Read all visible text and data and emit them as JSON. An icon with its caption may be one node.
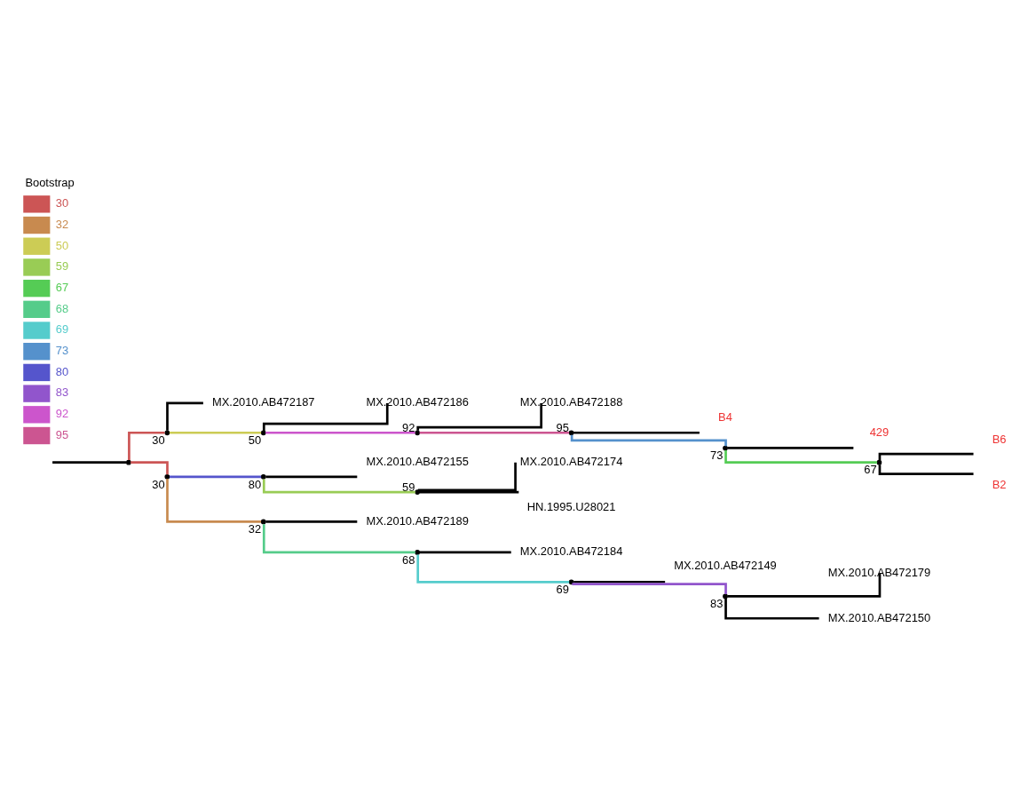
{
  "diagram": {
    "nodes": [
      {
        "text": [],
        "shape": "point"
      },
      {
        "text": [],
        "shape": "point",
        "beside": [
          "30"
        ]
      },
      {
        "text": [
          "MX.2010.AB472187"
        ]
      },
      {
        "text": [],
        "shape": "point",
        "beside": [
          "50"
        ]
      },
      {
        "text": [
          "MX.2010.AB472186"
        ]
      },
      {
        "text": [],
        "shape": "point",
        "beside": [
          "92"
        ]
      },
      {
        "text": [
          "MX.2010.AB472188"
        ]
      },
      {
        "text": [],
        "shape": "point",
        "beside": [
          "95"
        ]
      },
      {
        "text": [
          "B4"
        ]
      },
      {
        "text": [],
        "shape": "point",
        "beside": [
          "73"
        ]
      },
      {
        "text": [
          "429"
        ]
      },
      {
        "text": [],
        "shape": "point",
        "beside": [
          "67"
        ]
      },
      {
        "text": [
          "B6"
        ]
      },
      {
        "text": [
          "B2"
        ]
      },
      {
        "text": [],
        "shape": "point",
        "beside": [
          "30"
        ]
      },
      {
        "text": [],
        "shape": "point",
        "beside": [
          "80"
        ]
      },
      {
        "text": [
          "MX.2010.AB472155"
        ]
      },
      {
        "text": [],
        "shape": "point",
        "beside": [
          "59"
        ]
      },
      {
        "text": [
          "MX.2010.AB472174"
        ]
      },
      {
        "text": [
          "HN.1995.U28021"
        ]
      },
      {
        "text": [],
        "shape": "point",
        "beside": [
          "32"
        ]
      },
      {
        "text": [
          "MX.2010.AB472189"
        ]
      },
      {
        "text": [],
        "shape": "point",
        "beside": [
          "68"
        ]
      },
      {
        "text": [
          "MX.2010.AB472184"
        ]
      },
      {
        "text": [],
        "shape": "point",
        "beside": [
          "69"
        ]
      },
      {
        "text": [
          "MX.2010.AB472149"
        ]
      },
      {
        "text": [],
        "shape": "point",
        "beside": [
          "83"
        ]
      },
      {
        "text": [
          "MX.2010.AB472179"
        ]
      },
      {
        "text": [
          "MX.2010.AB472150"
        ]
      }
    ],
    "edges": [
      {
        "from": null,
        "to": 0,
        "arrow": "none"
      },
      {
        "from": 0,
        "to": 1,
        "arrow": "none",
        "color": "#cc5555"
      },
      {
        "from": 1,
        "to": 2,
        "arrow": "none"
      },
      {
        "from": 1,
        "to": 3,
        "arrow": "none",
        "color": "#cccc55"
      },
      {
        "from": 3,
        "to": 4,
        "arrow": "none"
      },
      {
        "from": 3,
        "to": 5,
        "arrow": "none",
        "color": "#cc55cc"
      },
      {
        "from": 5,
        "to": 6,
        "arrow": "none"
      },
      {
        "from": 5,
        "to": 7,
        "arrow": "none",
        "color": "#cc5591"
      },
      {
        "from": 7,
        "to": 8,
        "arrow": "none"
      },
      {
        "from": 7,
        "to": 9,
        "arrow": "none",
        "color": "#5591cc"
      },
      {
        "from": 9,
        "to": 10,
        "arrow": "none"
      },
      {
        "from": 9,
        "to": 11,
        "arrow": "none",
        "color": "#55cc55"
      },
      {
        "from": 11,
        "to": 12,
        "arrow": "none"
      },
      {
        "from": 11,
        "to": 13,
        "arrow": "none"
      },
      {
        "from": 0,
        "to": 14,
        "arrow": "none",
        "color": "#cc5555"
      },
      {
        "from": 14,
        "to": 15,
        "arrow": "none",
        "color": "#5555cc"
      },
      {
        "from": 15,
        "to": 16,
        "arrow": "none"
      },
      {
        "from": 15,
        "to": 17,
        "arrow": "none",
        "color": "#99cc55"
      },
      {
        "from": 17,
        "to": 18,
        "arrow": "none"
      },
      {
        "from": 17,
        "to": 19,
        "arrow": "none"
      },
      {
        "from": 14,
        "to": 20,
        "arrow": "none",
        "color": "#c88a4f"
      },
      {
        "from": 20,
        "to": 21,
        "arrow": "none"
      },
      {
        "from": 20,
        "to": 22,
        "arrow": "none",
        "color": "#55cc8a"
      },
      {
        "from": 22,
        "to": 23,
        "arrow": "none"
      },
      {
        "from": 22,
        "to": 24,
        "arrow": "none",
        "color": "#55cccc"
      },
      {
        "from": 24,
        "to": 25,
        "arrow": "none"
      },
      {
        "from": 24,
        "to": 26,
        "arrow": "none",
        "color": "#9155cc"
      },
      {
        "from": 26,
        "to": 27,
        "arrow": "none"
      },
      {
        "from": 26,
        "to": 28,
        "arrow": "none"
      }
    ],
    "labels": [
      "Bootstrap"
    ],
    "legend": [
      {
        "text": "30",
        "color": "#cc5555"
      },
      {
        "text": "32",
        "color": "#c88a4f"
      },
      {
        "text": "50",
        "color": "#cccc55"
      },
      {
        "text": "59",
        "color": "#99cc55"
      },
      {
        "text": "67",
        "color": "#55cc55"
      },
      {
        "text": "68",
        "color": "#55cc8a"
      },
      {
        "text": "69",
        "color": "#55cccc"
      },
      {
        "text": "73",
        "color": "#5591cc"
      },
      {
        "text": "80",
        "color": "#5555cc"
      },
      {
        "text": "83",
        "color": "#9155cc"
      },
      {
        "text": "92",
        "color": "#cc55cc"
      },
      {
        "text": "95",
        "color": "#cc5591"
      }
    ]
  }
}
